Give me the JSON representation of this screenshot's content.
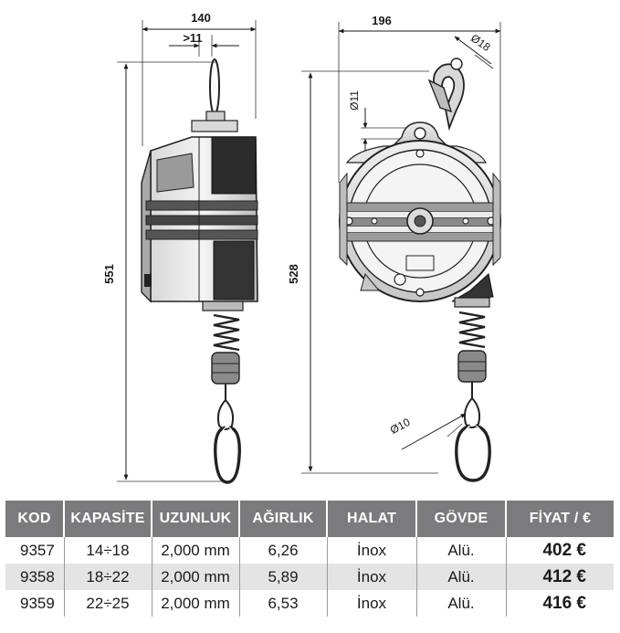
{
  "dimensions": {
    "side_width": "140",
    "side_offset": ">11",
    "side_height": "551",
    "front_width": "196",
    "front_height": "528",
    "hook_diameter": "Ø18",
    "shaft_diameter": "Ø11",
    "cable_diameter": "Ø10"
  },
  "table": {
    "headers": {
      "kod": "KOD",
      "kapasite": "KAPASİTE",
      "uzunluk": "UZUNLUK",
      "agirlik": "AĞIRLIK",
      "halat": "HALAT",
      "govde": "GÖVDE",
      "fiyat": "FİYAT / €"
    },
    "rows": [
      {
        "kod": "9357",
        "kapasite": "14÷18",
        "uzunluk": "2,000 mm",
        "agirlik": "6,26",
        "halat": "İnox",
        "govde": "Alü.",
        "fiyat": "402 €"
      },
      {
        "kod": "9358",
        "kapasite": "18÷22",
        "uzunluk": "2,000 mm",
        "agirlik": "5,89",
        "halat": "İnox",
        "govde": "Alü.",
        "fiyat": "412 €"
      },
      {
        "kod": "9359",
        "kapasite": "22÷25",
        "uzunluk": "2,000 mm",
        "agirlik": "6,53",
        "halat": "İnox",
        "govde": "Alü.",
        "fiyat": "416 €"
      }
    ]
  }
}
